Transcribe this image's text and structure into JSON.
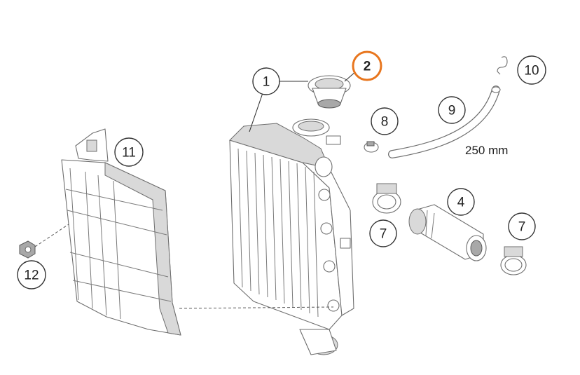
{
  "colors": {
    "highlight": "#e8761e",
    "line": "#333333",
    "part_stroke": "#6e6e6e"
  },
  "callouts": [
    {
      "label": "1",
      "highlight": false
    },
    {
      "label": "2",
      "highlight": true
    },
    {
      "label": "4",
      "highlight": false
    },
    {
      "label": "7",
      "highlight": false
    },
    {
      "label": "7",
      "highlight": false
    },
    {
      "label": "8",
      "highlight": false
    },
    {
      "label": "9",
      "highlight": false
    },
    {
      "label": "10",
      "highlight": false
    },
    {
      "label": "11",
      "highlight": false
    },
    {
      "label": "12",
      "highlight": false
    }
  ],
  "hose_length": "250 mm"
}
